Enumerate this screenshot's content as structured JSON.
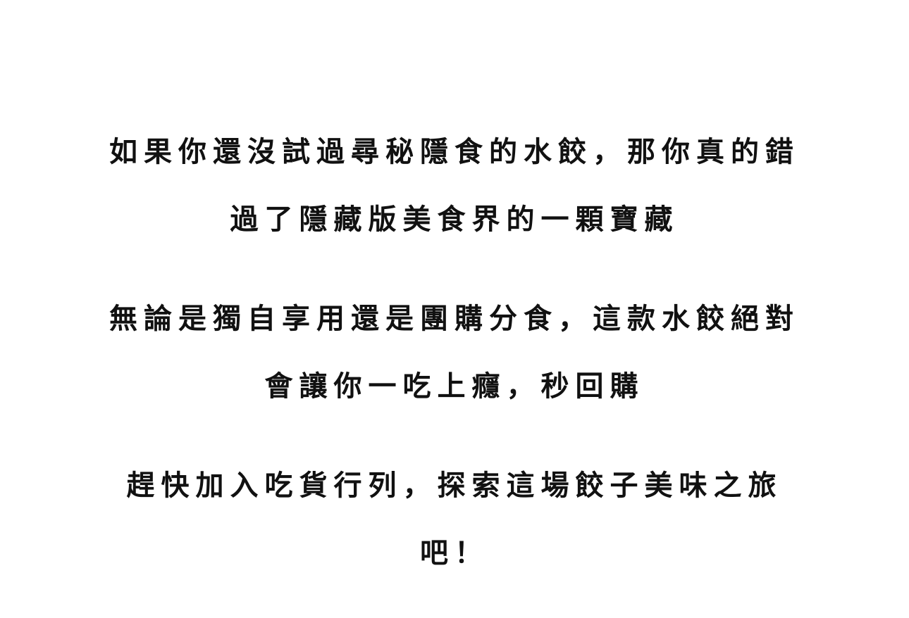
{
  "paragraphs": [
    {
      "lines": [
        "如果你還沒試過尋秘隱食的水餃，那你真的錯",
        "過了隱藏版美食界的一顆寶藏"
      ]
    },
    {
      "lines": [
        "無論是獨自享用還是團購分食，這款水餃絕對",
        "會讓你一吃上癮，秒回購"
      ]
    },
    {
      "lines": [
        "趕快加入吃貨行列，探索這場餃子美味之旅",
        "吧！"
      ]
    }
  ],
  "colors": {
    "background": "#ffffff",
    "text": "#111111"
  }
}
